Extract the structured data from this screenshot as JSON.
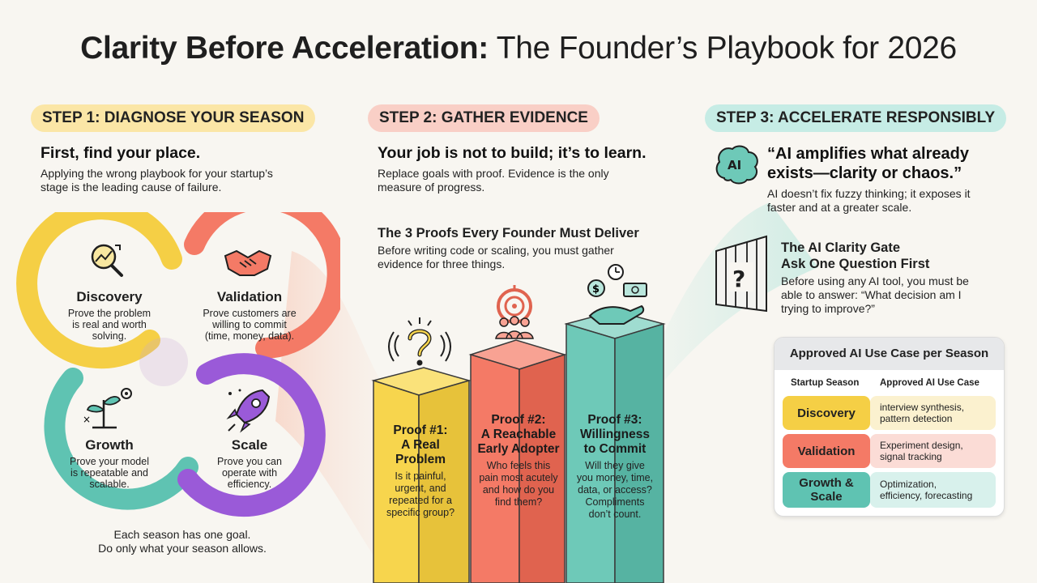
{
  "header": {
    "title_bold": "Clarity Before Acceleration:",
    "title_rest": "The Founder’s Playbook for 2026"
  },
  "step1": {
    "pill": "STEP 1: DIAGNOSE YOUR SEASON",
    "heading": "First, find your place.",
    "body_line1": "Applying the wrong playbook for your startup’s",
    "body_line2": "stage is the leading cause of failure.",
    "seasons": [
      {
        "title": "Discovery",
        "desc1": "Prove the problem",
        "desc2": "is real and worth",
        "desc3": "solving.",
        "color": "#f5cf45"
      },
      {
        "title": "Validation",
        "desc1": "Prove customers are",
        "desc2": "willing to commit",
        "desc3": "(time, money, data).",
        "color": "#f47a66"
      },
      {
        "title": "Growth",
        "desc1": "Prove your model",
        "desc2": "is repeatable and",
        "desc3": "scalable.",
        "color": "#5fc3b2"
      },
      {
        "title": "Scale",
        "desc1": "Prove you can",
        "desc2": "operate with",
        "desc3": "efficiency.",
        "color": "#9a5ad8"
      }
    ],
    "footer_line1": "Each season has one goal.",
    "footer_line2": "Do only what your season allows."
  },
  "step2": {
    "pill": "STEP 2: GATHER EVIDENCE",
    "heading": "Your job is not to build; it’s to learn.",
    "body_line1": "Replace goals with proof. Evidence is the only",
    "body_line2": "measure of progress.",
    "subheading": "The 3 Proofs Every Founder Must Deliver",
    "sub_line1": "Before writing code or scaling, you must gather",
    "sub_line2": "evidence for three things.",
    "proofs": [
      {
        "t1": "Proof #1:",
        "t2": "A Real",
        "t3": "Problem",
        "d": [
          "Is it painful,",
          "urgent, and",
          "repeated for a",
          "specific group?"
        ],
        "color": "#f7d54d"
      },
      {
        "t1": "Proof #2:",
        "t2": "A Reachable",
        "t3": "Early Adopter",
        "d": [
          "Who feels this",
          "pain most acutely",
          "and how do you",
          "find them?"
        ],
        "color": "#f47a66"
      },
      {
        "t1": "Proof #3:",
        "t2": "Willingness",
        "t3": "to Commit",
        "d": [
          "Will they give",
          "you money, time,",
          "data, or access?",
          "Compliments",
          "don’t count."
        ],
        "color": "#6ec9b8"
      }
    ]
  },
  "step3": {
    "pill": "STEP 3: ACCELERATE RESPONSIBLY",
    "quote_line1": "“AI amplifies what already",
    "quote_line2": "exists—clarity or chaos.”",
    "quote_sub1": "AI doesn’t fix fuzzy thinking; it exposes it",
    "quote_sub2": "faster and at a greater scale.",
    "brain_label": "AI",
    "gate_title1": "The AI Clarity Gate",
    "gate_title2": "Ask One Question First",
    "gate_body1": "Before using any AI tool, you must be",
    "gate_body2": "able to answer: “What decision am I",
    "gate_body3": "trying to improve?”",
    "table": {
      "title": "Approved AI Use Case per Season",
      "col1": "Startup Season",
      "col2": "Approved AI Use Case",
      "rows": [
        {
          "season1": "Discovery",
          "season2": "",
          "use1": "interview synthesis,",
          "use2": "pattern detection",
          "color": "#f5cf45",
          "bg": "#fbf1cf"
        },
        {
          "season1": "Validation",
          "season2": "",
          "use1": "Experiment design,",
          "use2": "signal tracking",
          "color": "#f47a66",
          "bg": "#fbdcd6"
        },
        {
          "season1": "Growth &",
          "season2": "Scale",
          "use1": "Optimization,",
          "use2": "efficiency, forecasting",
          "color": "#5fc3b2",
          "bg": "#d8f1ec"
        }
      ]
    }
  },
  "colors": {
    "yellow": "#f5cf45",
    "coral": "#f47a66",
    "teal": "#5fc3b2",
    "purple": "#9a5ad8"
  },
  "icons": [
    "magnifier-chart-icon",
    "handshake-icon",
    "plant-gear-icon",
    "rocket-icon",
    "question-sound-icon",
    "target-people-icon",
    "money-hand-icon",
    "brain-ai-icon",
    "gate-question-icon"
  ]
}
